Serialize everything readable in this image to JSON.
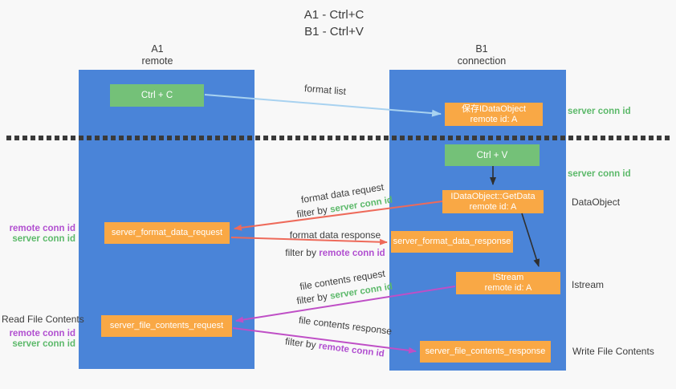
{
  "title": {
    "line1": "A1 - Ctrl+C",
    "line2": "B1 - Ctrl+V"
  },
  "columns": {
    "left": {
      "line1": "A1",
      "line2": "remote"
    },
    "right": {
      "line1": "B1",
      "line2": "connection"
    }
  },
  "nodes": {
    "ctrl_c": "Ctrl + C",
    "ctrl_v": "Ctrl + V",
    "save_obj": {
      "line1": "保存IDataObject",
      "line2": "remote id: A"
    },
    "getdata": {
      "line1": "IDataObject::GetData",
      "line2": "remote id: A"
    },
    "istream": {
      "line1": "IStream",
      "line2": "remote id: A"
    },
    "fmt_req": "server_format_data_request",
    "fmt_resp": "server_format_data_response",
    "file_req": "server_file_contents_request",
    "file_resp": "server_file_contents_response"
  },
  "side": {
    "server_conn_top": "server conn id",
    "server_conn_mid": "server conn id",
    "dataobject": "DataObject",
    "istream": "Istream",
    "write": "Write File Contents",
    "read": "Read File Contents",
    "remote_conn_1": "remote conn id",
    "server_conn_1": "server conn id",
    "remote_conn_2": "remote conn id",
    "server_conn_2": "server conn id"
  },
  "arrows": {
    "format_list": "format list",
    "fmt_req_l1": "format data request",
    "filter_prefix_1": "filter by ",
    "filter_val_1": "server conn id",
    "fmt_resp_l1": "format data response",
    "filter_prefix_2": "filter by ",
    "filter_val_2": "remote conn id",
    "file_req_l1": "file contents request",
    "filter_prefix_3": "filter by ",
    "filter_val_3": "server conn id",
    "file_resp_l1": "file contents response",
    "filter_prefix_4": "filter by ",
    "filter_val_4": "remote conn id"
  },
  "colors": {
    "background": "#f8f8f8",
    "column_blue": "#4a84d8",
    "node_orange": "#f9a845",
    "button_green": "#74c178",
    "green_text": "#5cb96a",
    "purple_text": "#b14fd0",
    "red_arrow": "#ee6a5a",
    "magenta_arrow": "#bf4fc6",
    "light_blue_arrow": "#a8d2f0",
    "black_arrow": "#2f2f2f",
    "dark_text": "#3c3c3c"
  }
}
